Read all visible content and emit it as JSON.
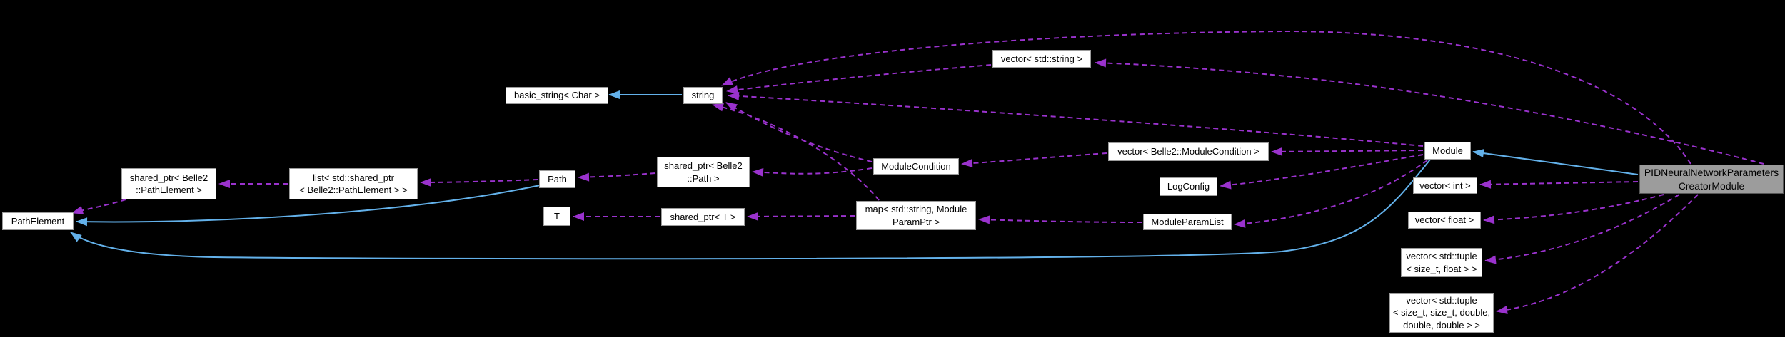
{
  "diagram": {
    "title": "PIDNeuralNetworkParametersCreatorModule collaboration graph",
    "background_color": "#000000",
    "inheritance_edge_color": "#63b1ea",
    "usage_edge_color": "#9a32cd",
    "node_fill": "#ffffff",
    "node_border": "#9b9b9b",
    "node_text_color": "#000000",
    "highlight_fill": "#9c9c9c",
    "highlight_border": "#565656",
    "nodes": [
      {
        "id": "pathelement",
        "lines": [
          "PathElement"
        ],
        "highlighted": false
      },
      {
        "id": "sp-pathelement",
        "lines": [
          "shared_ptr< Belle2",
          "::PathElement >"
        ],
        "highlighted": false
      },
      {
        "id": "list-sp-pe",
        "lines": [
          "list< std::shared_ptr",
          "< Belle2::PathElement > >"
        ],
        "highlighted": false
      },
      {
        "id": "basic-string",
        "lines": [
          "basic_string< Char >"
        ],
        "highlighted": false
      },
      {
        "id": "string",
        "lines": [
          "string"
        ],
        "highlighted": false
      },
      {
        "id": "path",
        "lines": [
          "Path"
        ],
        "highlighted": false
      },
      {
        "id": "sp-path",
        "lines": [
          "shared_ptr< Belle2",
          "::Path >"
        ],
        "highlighted": false
      },
      {
        "id": "t",
        "lines": [
          "T"
        ],
        "highlighted": false
      },
      {
        "id": "sp-t",
        "lines": [
          "shared_ptr< T >"
        ],
        "highlighted": false
      },
      {
        "id": "map-param",
        "lines": [
          "map< std::string, Module",
          "ParamPtr >"
        ],
        "highlighted": false
      },
      {
        "id": "modulecondition",
        "lines": [
          "ModuleCondition"
        ],
        "highlighted": false
      },
      {
        "id": "vector-string",
        "lines": [
          "vector< std::string >"
        ],
        "highlighted": false
      },
      {
        "id": "vector-mc",
        "lines": [
          "vector< Belle2::ModuleCondition >"
        ],
        "highlighted": false
      },
      {
        "id": "logconfig",
        "lines": [
          "LogConfig"
        ],
        "highlighted": false
      },
      {
        "id": "moduleparamlist",
        "lines": [
          "ModuleParamList"
        ],
        "highlighted": false
      },
      {
        "id": "module",
        "lines": [
          "Module"
        ],
        "highlighted": false
      },
      {
        "id": "vector-int",
        "lines": [
          "vector< int >"
        ],
        "highlighted": false
      },
      {
        "id": "vector-float",
        "lines": [
          "vector< float >"
        ],
        "highlighted": false
      },
      {
        "id": "vector-tuple2",
        "lines": [
          "vector< std::tuple",
          "< size_t, float > >"
        ],
        "highlighted": false
      },
      {
        "id": "vector-tuple5",
        "lines": [
          "vector< std::tuple",
          "< size_t, size_t, double,",
          "double, double > >"
        ],
        "highlighted": false
      },
      {
        "id": "pid-module",
        "lines": [
          "PIDNeuralNetworkParameters",
          "CreatorModule"
        ],
        "highlighted": true
      }
    ],
    "edges": [
      {
        "from": "string",
        "to": "basic-string",
        "type": "inheritance"
      },
      {
        "from": "path",
        "to": "pathelement",
        "type": "inheritance"
      },
      {
        "from": "module",
        "to": "pathelement",
        "type": "inheritance"
      },
      {
        "from": "pid-module",
        "to": "module",
        "type": "inheritance"
      },
      {
        "from": "sp-pathelement",
        "to": "pathelement",
        "type": "usage"
      },
      {
        "from": "list-sp-pe",
        "to": "sp-pathelement",
        "type": "usage"
      },
      {
        "from": "path",
        "to": "list-sp-pe",
        "type": "usage"
      },
      {
        "from": "sp-path",
        "to": "path",
        "type": "usage"
      },
      {
        "from": "modulecondition",
        "to": "sp-path",
        "type": "usage"
      },
      {
        "from": "sp-t",
        "to": "t",
        "type": "usage"
      },
      {
        "from": "map-param",
        "to": "sp-t",
        "type": "usage"
      },
      {
        "from": "moduleparamlist",
        "to": "map-param",
        "type": "usage"
      },
      {
        "from": "vector-mc",
        "to": "modulecondition",
        "type": "usage"
      },
      {
        "from": "module",
        "to": "vector-mc",
        "type": "usage"
      },
      {
        "from": "module",
        "to": "logconfig",
        "type": "usage"
      },
      {
        "from": "module",
        "to": "moduleparamlist",
        "type": "usage"
      },
      {
        "from": "module",
        "to": "string",
        "type": "usage"
      },
      {
        "from": "modulecondition",
        "to": "string",
        "type": "usage"
      },
      {
        "from": "map-param",
        "to": "string",
        "type": "usage"
      },
      {
        "from": "vector-string",
        "to": "string",
        "type": "usage"
      },
      {
        "from": "pid-module",
        "to": "string",
        "type": "usage"
      },
      {
        "from": "pid-module",
        "to": "vector-string",
        "type": "usage"
      },
      {
        "from": "pid-module",
        "to": "vector-int",
        "type": "usage"
      },
      {
        "from": "pid-module",
        "to": "vector-float",
        "type": "usage"
      },
      {
        "from": "pid-module",
        "to": "vector-tuple2",
        "type": "usage"
      },
      {
        "from": "pid-module",
        "to": "vector-tuple5",
        "type": "usage"
      }
    ]
  }
}
